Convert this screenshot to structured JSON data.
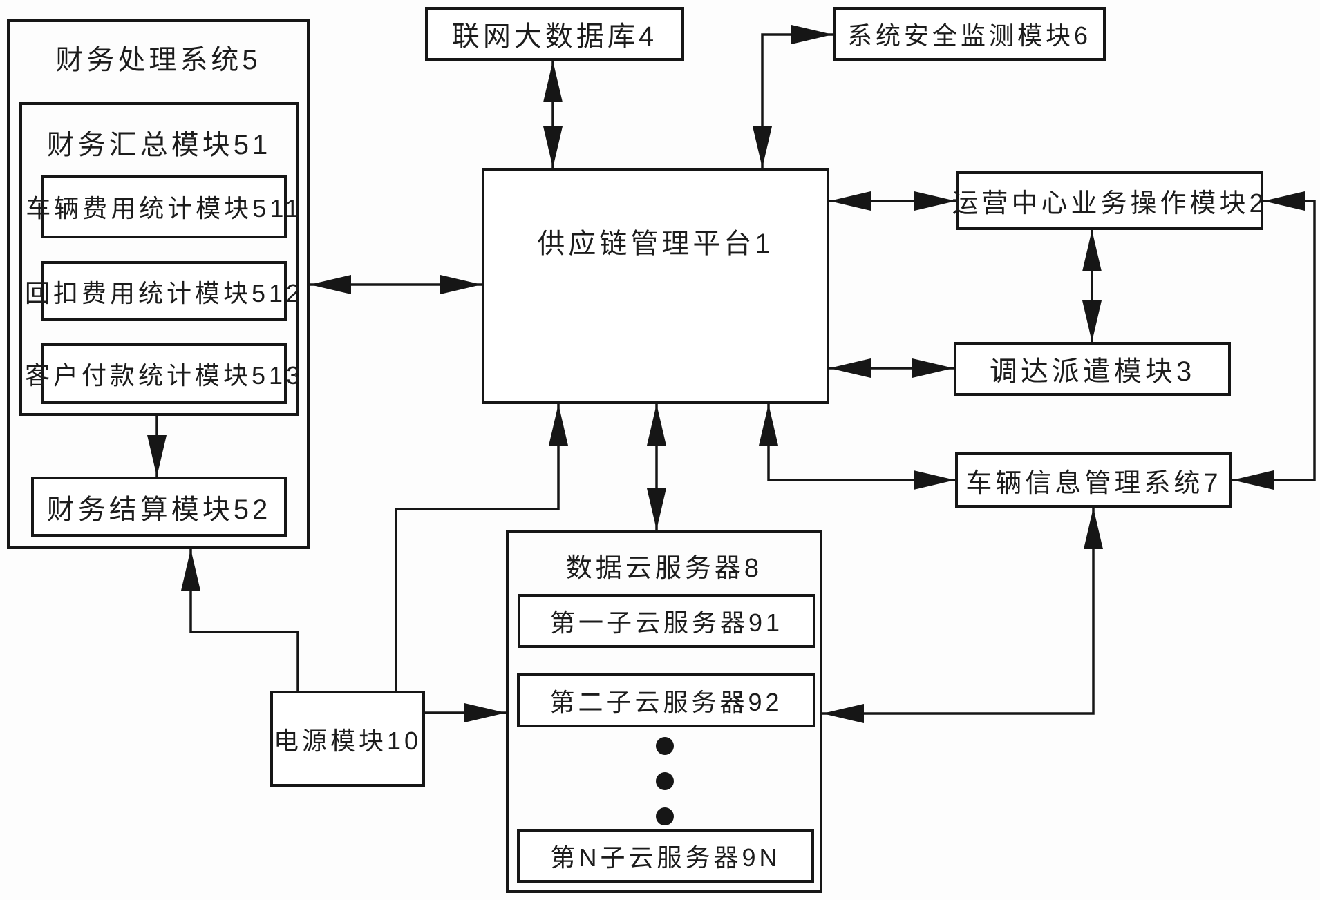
{
  "diagram": {
    "type": "system-block-diagram",
    "language": "zh",
    "nodes": {
      "financial_system": {
        "id": "5",
        "label": "财务处理系统5"
      },
      "financial_summary": {
        "id": "51",
        "label": "财务汇总模块51"
      },
      "vehicle_expense": {
        "id": "511",
        "label": "车辆费用统计模块511"
      },
      "rebate_expense": {
        "id": "512",
        "label": "回扣费用统计模块512"
      },
      "customer_payment": {
        "id": "513",
        "label": "客户付款统计模块513"
      },
      "financial_settlement": {
        "id": "52",
        "label": "财务结算模块52"
      },
      "network_database": {
        "id": "4",
        "label": "联网大数据库4"
      },
      "security_monitor": {
        "id": "6",
        "label": "系统安全监测模块6"
      },
      "supply_chain_platform": {
        "id": "1",
        "label": "供应链管理平台1"
      },
      "operation_center": {
        "id": "2",
        "label": "运营中心业务操作模块2"
      },
      "dispatch_module": {
        "id": "3",
        "label": "调达派遣模块3"
      },
      "vehicle_info_system": {
        "id": "7",
        "label": "车辆信息管理系统7"
      },
      "data_cloud_server": {
        "id": "8",
        "label": "数据云服务器8"
      },
      "sub_cloud_server_1": {
        "id": "91",
        "label": "第一子云服务器91"
      },
      "sub_cloud_server_2": {
        "id": "92",
        "label": "第二子云服务器92"
      },
      "sub_cloud_server_n": {
        "id": "9N",
        "label": "第N子云服务器9N"
      },
      "power_module": {
        "id": "10",
        "label": "电源模块10"
      }
    },
    "connections": [
      {
        "from": "network_database",
        "to": "supply_chain_platform",
        "bidirectional": true
      },
      {
        "from": "supply_chain_platform",
        "to": "security_monitor",
        "bidirectional": true
      },
      {
        "from": "financial_system",
        "to": "supply_chain_platform",
        "bidirectional": true
      },
      {
        "from": "supply_chain_platform",
        "to": "operation_center",
        "bidirectional": true
      },
      {
        "from": "operation_center",
        "to": "dispatch_module",
        "bidirectional": true
      },
      {
        "from": "supply_chain_platform",
        "to": "dispatch_module",
        "bidirectional": true
      },
      {
        "from": "operation_center",
        "to": "vehicle_info_system",
        "bidirectional": true
      },
      {
        "from": "supply_chain_platform",
        "to": "vehicle_info_system",
        "bidirectional": true
      },
      {
        "from": "supply_chain_platform",
        "to": "data_cloud_server",
        "bidirectional": true
      },
      {
        "from": "vehicle_info_system",
        "to": "data_cloud_server",
        "bidirectional": true
      },
      {
        "from": "financial_summary",
        "to": "financial_settlement",
        "bidirectional": false
      },
      {
        "from": "power_module",
        "to": "financial_system",
        "bidirectional": false
      },
      {
        "from": "power_module",
        "to": "supply_chain_platform",
        "bidirectional": false
      },
      {
        "from": "power_module",
        "to": "data_cloud_server",
        "bidirectional": false
      }
    ],
    "colors": {
      "line": "#161616",
      "box_fill": "#ffffff",
      "background": "#fdfdfd",
      "text": "#1c1c1c"
    }
  }
}
